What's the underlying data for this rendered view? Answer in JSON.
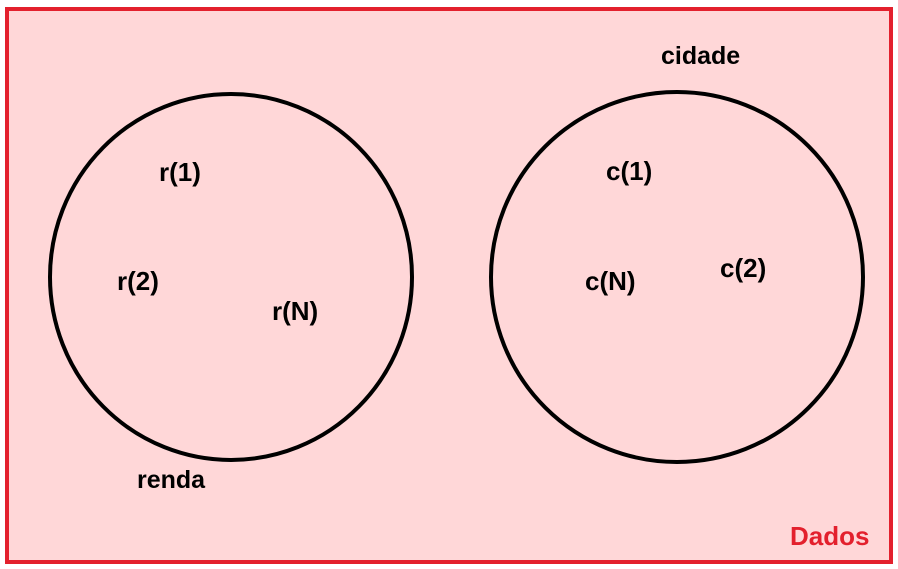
{
  "universe": {
    "label": "Dados",
    "color": "#e3202d",
    "fill": "#ffd7d8"
  },
  "sets": [
    {
      "label": "renda",
      "elements": [
        "r(1)",
        "r(2)",
        "r(N)"
      ]
    },
    {
      "label": "cidade",
      "elements": [
        "c(1)",
        "c(N)",
        "c(2)"
      ]
    }
  ]
}
